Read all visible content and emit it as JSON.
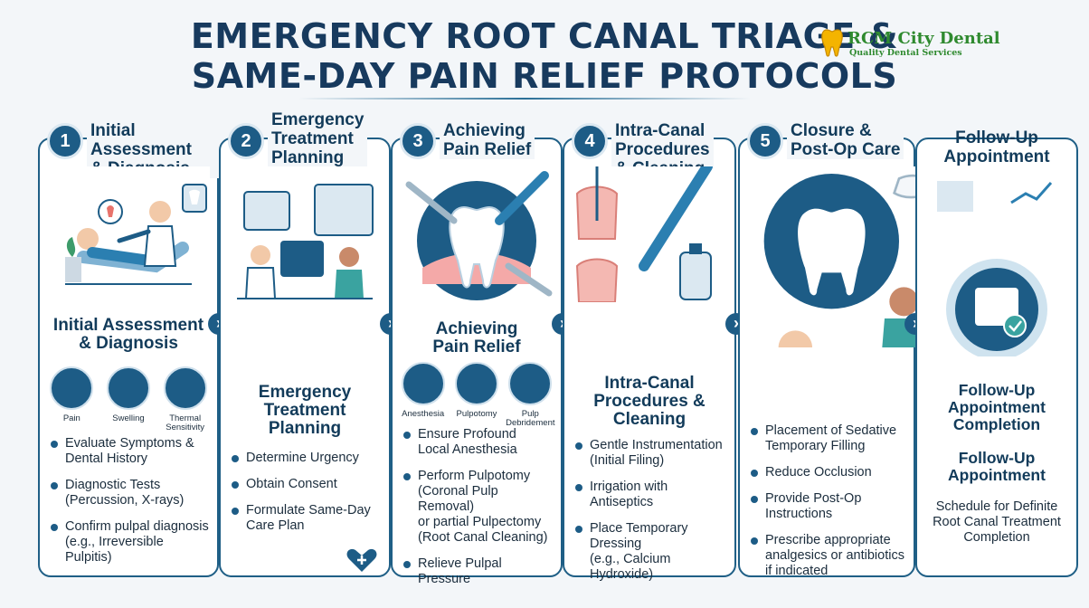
{
  "title": {
    "line1": "EMERGENCY ROOT CANAL TRIAGE &",
    "line2": "SAME-DAY PAIN RELIEF PROTOCOLS"
  },
  "logo": {
    "name": "RCM City Dental",
    "tagline": "Quality Dental Services",
    "color": "#2f8a2f"
  },
  "colors": {
    "primary": "#1d5c86",
    "accent": "#e8736b",
    "background": "#f3f6f9"
  },
  "columns": [
    {
      "number": "1",
      "heading": "Initial Assessment\n& Diagnosis",
      "subtitle": "Initial Assessment\n& Diagnosis",
      "icons": [
        {
          "label": "Pain",
          "icon": "tooth-pain-icon"
        },
        {
          "label": "Swelling",
          "icon": "drop-icon"
        },
        {
          "label": "Thermal\nSensitivity",
          "icon": "thermometer-icon"
        }
      ],
      "bullets": [
        "Evaluate Symptoms &\nDental History",
        "Diagnostic Tests\n(Percussion, X-rays)",
        "Confirm pulpal diagnosis\n(e.g., Irreversible Pulpitis)"
      ]
    },
    {
      "number": "2",
      "heading": "Emergency\nTreatment\nPlanning",
      "subtitle": "Emergency\nTreatment\nPlanning",
      "bullets": [
        "Determine Urgency",
        "Obtain Consent",
        "Formulate Same-Day\nCare Plan"
      ]
    },
    {
      "number": "3",
      "heading": "Achieving\nPain Relief",
      "subtitle": "Achieving\nPain Relief",
      "icons": [
        {
          "label": "Anesthesia",
          "icon": "syringe-icon"
        },
        {
          "label": "Pulpotomy",
          "icon": "tooth-icon"
        },
        {
          "label": "Pulp\nDebridement",
          "icon": "tooth-clean-icon"
        }
      ],
      "bullets": [
        "Ensure Profound\nLocal Anesthesia",
        "Perform Pulpotomy\n(Coronal Pulp Removal)\nor partial Pulpectomy\n(Root Canal Cleaning)",
        "Relieve Pulpal\nPressure"
      ]
    },
    {
      "number": "4",
      "heading": "Intra-Canal\nProcedures\n& Cleaning",
      "subtitle": "Intra-Canal\nProcedures &\nCleaning",
      "bullets": [
        "Gentle Instrumentation\n(Initial Filing)",
        "Irrigation with\nAntiseptics",
        "Place Temporary\nDressing\n(e.g., Calcium Hydroxide)"
      ]
    },
    {
      "number": "5",
      "heading": "Closure &\nPost-Op Care",
      "bullets": [
        "Placement of Sedative\nTemporary Filling",
        "Reduce Occlusion",
        "Provide Post-Op\nInstructions",
        "Prescribe appropriate\nanalgesics or antibiotics\nif indicated"
      ]
    },
    {
      "heading": "Follow-Up\nAppointment",
      "completion": "Follow-Up\nAppointment\nCompletion",
      "subheading": "Follow-Up\nAppointment",
      "text": "Schedule for Definite\nRoot Canal Treatment\nCompletion"
    }
  ]
}
